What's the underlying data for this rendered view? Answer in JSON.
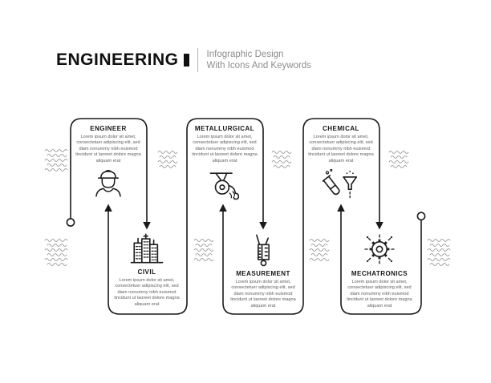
{
  "header": {
    "title": "ENGINEERING",
    "subtitle_line1": "Infographic Design",
    "subtitle_line2": "With Icons And Keywords"
  },
  "colors": {
    "line": "#1a1a1a",
    "title_text": "#161616",
    "body_text": "#606060",
    "subtitle_text": "#8c8c8c"
  },
  "flow": {
    "start_terminal": "circle-left",
    "end_terminal": "circle-right",
    "arrows": [
      {
        "target": "ENGINEER",
        "direction": "up"
      },
      {
        "target": "CIVIL",
        "direction": "down"
      },
      {
        "target": "METALLURGICAL",
        "direction": "up"
      },
      {
        "target": "MEASUREMENT",
        "direction": "down"
      },
      {
        "target": "CHEMICAL",
        "direction": "up"
      },
      {
        "target": "MECHATRONICS",
        "direction": "down"
      }
    ]
  },
  "sections": [
    {
      "id": "engineer",
      "label": "ENGINEER",
      "row": "top",
      "icon": "engineer-icon",
      "body": "Lorem ipsum dolor sit amet, consectetuer adipiscing elit, sed diam nonummy nibh euismod tincidunt ut laoreet dolore magna aliquam erat"
    },
    {
      "id": "civil",
      "label": "CIVIL",
      "row": "bottom",
      "icon": "buildings-icon",
      "body": "Lorem ipsum dolor sit amet, consectetuer adipiscing elit, sed diam nonummy nibh euismod tincidunt ut laoreet dolore magna aliquam erat"
    },
    {
      "id": "metallurgical",
      "label": "METALLURGICAL",
      "row": "top",
      "icon": "pulley-hook-icon",
      "body": "Lorem ipsum dolor sit amet, consectetuer adipiscing elit, sed diam nonummy nibh euismod tincidunt ut laoreet dolore magna aliquam erat"
    },
    {
      "id": "measurement",
      "label": "MEASUREMENT",
      "row": "bottom",
      "icon": "caliper-icon",
      "body": "Lorem ipsum dolor sit amet, consectetuer adipiscing elit, sed diam nonummy nibh euismod tincidunt ut laoreet dolore magna aliquam erat"
    },
    {
      "id": "chemical",
      "label": "CHEMICAL",
      "row": "top",
      "icon": "test-tube-funnel-icon",
      "body": "Lorem ipsum dolor sit amet, consectetuer adipiscing elit, sed diam nonummy nibh euismod tincidunt ut laoreet dolore magna aliquam erat"
    },
    {
      "id": "mechatronics",
      "label": "MECHATRONICS",
      "row": "bottom",
      "icon": "gear-circuit-icon",
      "body": "Lorem ipsum dolor sit amet, consectetuer adipiscing elit, sed diam nonummy nibh euismod tincidunt ut laoreet dolore magna aliquam erat"
    }
  ]
}
